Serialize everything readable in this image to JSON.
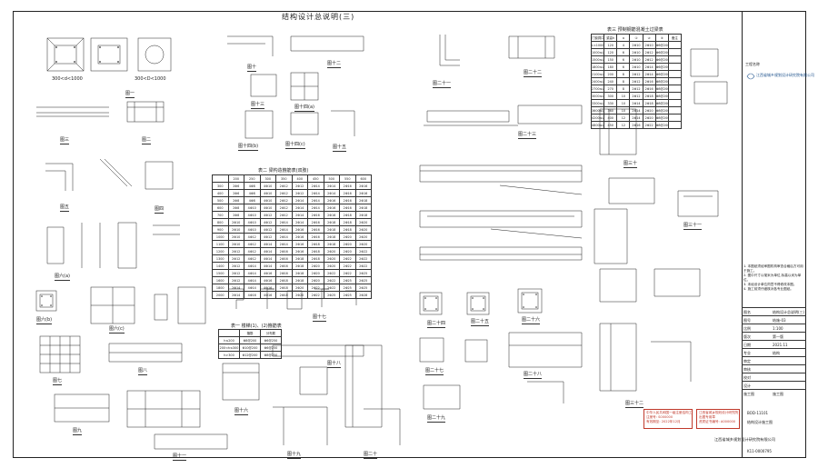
{
  "sheet": {
    "title": "结构设计总说明(三)",
    "figures": [
      "图一",
      "图二",
      "图三",
      "图四",
      "图五",
      "图六(a)",
      "图六(b)",
      "图六(c)",
      "图七",
      "图八",
      "图九",
      "图十",
      "图十一",
      "图十二",
      "图十三",
      "图十四(a)",
      "图十四(b)",
      "图十四(c)",
      "图十五",
      "图十六",
      "图十七",
      "图十八",
      "图十九",
      "图二十",
      "图二十一",
      "图二十二",
      "图二十三",
      "图二十四",
      "图二十五",
      "图二十六",
      "图二十七",
      "图二十八",
      "图二十九",
      "图三十",
      "图三十一",
      "图三十二"
    ],
    "dim_label_1": "300<d<1000",
    "dim_label_2": "300<D<1000"
  },
  "tables": {
    "stirrup_table_title": "表二  梁构造箍筋表(双肢)",
    "stirrup_headers": [
      "",
      "200",
      "250",
      "300",
      "350",
      "400",
      "450",
      "500",
      "550",
      "600"
    ],
    "stirrup_rows": [
      [
        "300",
        "2Φ6",
        "4Φ8",
        "4Φ10",
        "2Φ12",
        "2Φ12",
        "2Φ14",
        "2Φ14",
        "2Φ16",
        "2Φ16"
      ],
      [
        "400",
        "2Φ6",
        "4Φ8",
        "4Φ10",
        "2Φ12",
        "2Φ12",
        "2Φ14",
        "2Φ14",
        "2Φ16",
        "2Φ16"
      ],
      [
        "500",
        "2Φ8",
        "4Φ8",
        "4Φ10",
        "2Φ12",
        "2Φ14",
        "2Φ14",
        "2Φ16",
        "2Φ16",
        "2Φ18"
      ],
      [
        "600",
        "2Φ8",
        "4Φ10",
        "4Φ10",
        "2Φ12",
        "2Φ14",
        "2Φ14",
        "2Φ16",
        "2Φ16",
        "2Φ18"
      ],
      [
        "700",
        "2Φ8",
        "4Φ10",
        "4Φ12",
        "2Φ12",
        "2Φ14",
        "2Φ16",
        "2Φ16",
        "2Φ18",
        "2Φ18"
      ],
      [
        "800",
        "2Φ10",
        "4Φ10",
        "4Φ12",
        "2Φ14",
        "2Φ14",
        "2Φ16",
        "2Φ18",
        "2Φ18",
        "2Φ20"
      ],
      [
        "900",
        "2Φ10",
        "4Φ10",
        "4Φ12",
        "2Φ14",
        "2Φ16",
        "2Φ16",
        "2Φ18",
        "2Φ18",
        "2Φ20"
      ],
      [
        "1000",
        "2Φ10",
        "4Φ12",
        "4Φ12",
        "2Φ14",
        "2Φ16",
        "2Φ16",
        "2Φ18",
        "2Φ20",
        "2Φ20"
      ],
      [
        "1100",
        "2Φ10",
        "4Φ12",
        "4Φ14",
        "2Φ14",
        "2Φ16",
        "2Φ18",
        "2Φ18",
        "2Φ20",
        "2Φ20"
      ],
      [
        "1200",
        "2Φ12",
        "4Φ12",
        "4Φ14",
        "2Φ16",
        "2Φ16",
        "2Φ18",
        "2Φ20",
        "2Φ20",
        "2Φ22"
      ],
      [
        "1300",
        "2Φ12",
        "4Φ12",
        "4Φ14",
        "2Φ16",
        "2Φ18",
        "2Φ18",
        "2Φ20",
        "2Φ22",
        "2Φ22"
      ],
      [
        "1400",
        "2Φ12",
        "4Φ14",
        "4Φ14",
        "2Φ16",
        "2Φ18",
        "2Φ20",
        "2Φ20",
        "2Φ22",
        "2Φ22"
      ],
      [
        "1500",
        "2Φ12",
        "4Φ14",
        "4Φ16",
        "2Φ16",
        "2Φ18",
        "2Φ20",
        "2Φ22",
        "2Φ22",
        "2Φ25"
      ],
      [
        "1600",
        "2Φ12",
        "4Φ14",
        "4Φ16",
        "2Φ18",
        "2Φ18",
        "2Φ20",
        "2Φ22",
        "2Φ25",
        "2Φ25"
      ],
      [
        "1800",
        "2Φ14",
        "4Φ14",
        "4Φ16",
        "2Φ18",
        "2Φ20",
        "2Φ22",
        "2Φ22",
        "2Φ25",
        "2Φ25"
      ],
      [
        "2000",
        "2Φ14",
        "4Φ16",
        "4Φ16",
        "2Φ18",
        "2Φ20",
        "2Φ22",
        "2Φ25",
        "2Φ25",
        "2Φ28"
      ]
    ],
    "opening_table_title": "表三  预制钢筋混凝土过梁表",
    "opening_headers": [
      "门窗洞口宽度",
      "梁高h",
      "a",
      "①",
      "②",
      "③",
      "备注"
    ],
    "opening_rows": [
      [
        "L<1000",
        "120",
        "4",
        "2Φ10",
        "2Φ10",
        "Φ6@200",
        ""
      ],
      [
        "1000≤L<1500",
        "120",
        "6",
        "2Φ10",
        "2Φ12",
        "Φ6@200",
        ""
      ],
      [
        "1500≤L<1800",
        "150",
        "6",
        "2Φ10",
        "2Φ12",
        "Φ6@200",
        ""
      ],
      [
        "1800≤L<2100",
        "180",
        "6",
        "2Φ10",
        "2Φ14",
        "Φ6@200",
        ""
      ],
      [
        "2100≤L<2400",
        "200",
        "8",
        "2Φ12",
        "2Φ14",
        "Φ6@200",
        ""
      ],
      [
        "2400≤L<2700",
        "240",
        "8",
        "2Φ12",
        "2Φ16",
        "Φ8@200",
        ""
      ],
      [
        "2700≤L<3000",
        "270",
        "8",
        "2Φ12",
        "2Φ16",
        "Φ8@200",
        ""
      ],
      [
        "3000≤L<3300",
        "300",
        "10",
        "2Φ12",
        "2Φ18",
        "Φ8@200",
        ""
      ],
      [
        "3300≤L<3600",
        "330",
        "10",
        "2Φ14",
        "2Φ18",
        "Φ8@200",
        ""
      ],
      [
        "3600≤L<4200",
        "360",
        "10",
        "2Φ14",
        "2Φ20",
        "Φ8@200",
        ""
      ],
      [
        "4200≤L<4800",
        "400",
        "12",
        "2Φ14",
        "2Φ20",
        "Φ8@200",
        ""
      ],
      [
        "4800≤L<5400",
        "450",
        "12",
        "2Φ16",
        "2Φ22",
        "Φ8@200",
        ""
      ]
    ],
    "small_table_title": "表一  楼梯(1)、(2)箍筋表",
    "small_headers": [
      "",
      "箍筋",
      "分布筋"
    ],
    "small_rows": [
      [
        "h≤200",
        "Φ8@200",
        "Φ6@250"
      ],
      [
        "200<h≤300",
        "Φ10@200",
        "Φ6@250"
      ],
      [
        "h>300",
        "Φ12@200",
        "Φ8@250"
      ]
    ]
  },
  "panel": {
    "company": "江西省城乡规划设计研究院有限公司",
    "project_label": "工程名称",
    "rows": [
      {
        "k": "图名",
        "v": "结构设计总说明(三)"
      },
      {
        "k": "图号",
        "v": "结施-03"
      },
      {
        "k": "比例",
        "v": "1:100"
      },
      {
        "k": "版次",
        "v": "第一版"
      },
      {
        "k": "日期",
        "v": "2021.11"
      },
      {
        "k": "专业",
        "v": "结构"
      },
      {
        "k": "审定",
        "v": ""
      },
      {
        "k": "审核",
        "v": ""
      },
      {
        "k": "校对",
        "v": ""
      },
      {
        "k": "设计",
        "v": ""
      },
      {
        "k": "施工图",
        "v": "施工图"
      }
    ],
    "notes": [
      "1. 本图纸须经审图机构审查合格后方可用于施工。",
      "2. 图中尺寸以毫米为单位,标高以米为单位。",
      "3. 未经设计单位同意不得修改本图。",
      "4. 施工前须仔细核对各专业图纸。"
    ],
    "codes": [
      "BOD-11101",
      "结构设计施工图",
      "K11-0000795"
    ],
    "stamps": [
      {
        "lines": [
          "中华人民共和国一级注册结构工程师",
          "注册号: S000000",
          "有效期至: 2022年12月"
        ]
      },
      {
        "lines": [
          "江西省城乡规划设计研究院",
          "出图专用章",
          "资质证书编号: A000000"
        ]
      }
    ],
    "bottom_company": "江西省城乡规划设计研究院有限公司"
  }
}
